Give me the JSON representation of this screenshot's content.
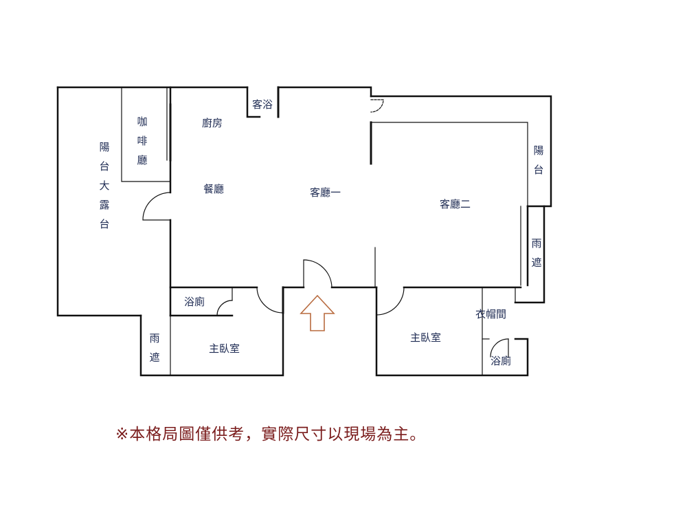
{
  "rooms": {
    "balcony_terrace": "陽台大露台",
    "cafe": "咖啡廳",
    "kitchen": "廚房",
    "dining": "餐廳",
    "guest_bath": "客浴",
    "living_1": "客廳一",
    "living_2": "客廳二",
    "balcony_right": "陽台",
    "rain_shelter_right": "雨遮",
    "bath_left": "浴廁",
    "rain_shelter_left": "雨遮",
    "master_bedroom_left": "主臥室",
    "master_bedroom_right": "主臥室",
    "closet": "衣帽間",
    "bath_right": "浴廁"
  },
  "disclaimer": "※本格局圖僅供考，實際尺寸以現場為主。",
  "colors": {
    "wall": "#111111",
    "label": "#1d2a52",
    "disclaimer": "#7a1c1c"
  },
  "icons": {
    "entrance": "up-arrow-icon"
  }
}
